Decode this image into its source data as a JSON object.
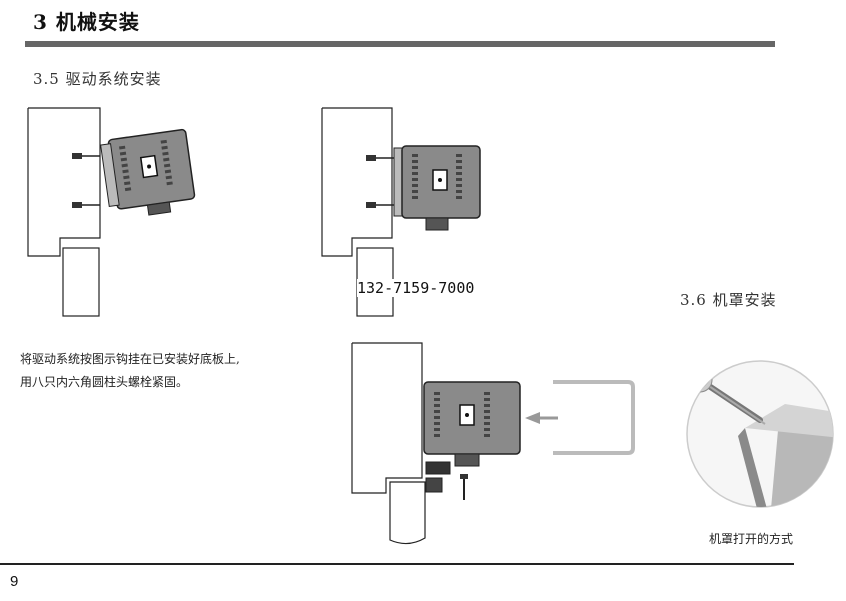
{
  "header": {
    "chapter_title": "3 机械安装"
  },
  "section_3_5": {
    "title": "3.5 驱动系统安装",
    "description_line1": "将驱动系统按图示钩挂在已安装好底板上,",
    "description_line2": "用八只内六角圆柱头螺栓紧固。"
  },
  "section_3_6": {
    "title": "3.6 机罩安装",
    "caption": "机罩打开的方式"
  },
  "overlay_phone": "132-7159-7000",
  "footer": {
    "page_number": "9"
  }
}
